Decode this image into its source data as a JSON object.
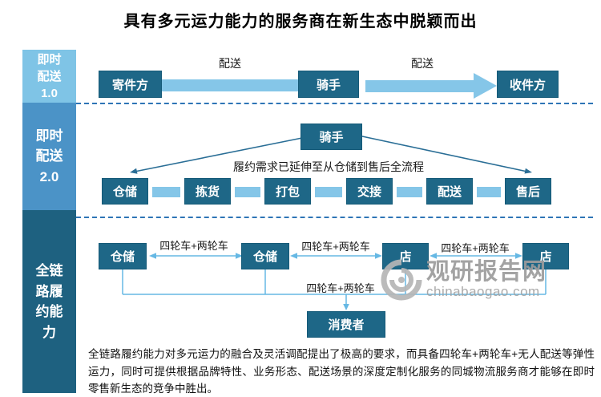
{
  "title": "具有多元运力能力的服务商在新生态中脱颖而出",
  "sidebar": {
    "segments": [
      {
        "label": "即时\n配送\n1.0"
      },
      {
        "label": "即时\n配送\n2.0"
      },
      {
        "label": "全链\n路履\n约能\n力"
      }
    ]
  },
  "row1": {
    "nodes": [
      "寄件方",
      "骑手",
      "收件方"
    ],
    "edge_labels": [
      "配送",
      "配送"
    ]
  },
  "row2": {
    "top_node": "骑手",
    "note": "履约需求已延伸至从仓储到售后全流程",
    "nodes": [
      "仓储",
      "拣货",
      "打包",
      "交接",
      "配送",
      "售后"
    ]
  },
  "row3": {
    "nodes": [
      "仓储",
      "仓储",
      "店",
      "店"
    ],
    "edge_labels": [
      "四轮车+两轮车",
      "四轮车+两轮车",
      "四轮车+两轮车",
      "四轮车+两轮车"
    ],
    "consumer": "消费者"
  },
  "footer": {
    "text": "全链路履约能力对多元运力的融合及灵活调配提出了极高的要求，而具备四轮车+两轮车+无人配送等弹性运力，同时可提供根据品牌特性、业务形态、配送场景的深度定制化服务的同城物流服务商才能够在即时零售新生态的竞争中胜出。"
  },
  "watermark": {
    "brand": "观研报告网",
    "domain": "chinabaogao.com"
  },
  "colors": {
    "node_fill": "#1e6787",
    "light_bar": "#85c6e8",
    "thin_line": "#66b8e4",
    "diagonal_arrow": "#2a6e96",
    "sidebar_10": "#7fc4e6",
    "sidebar_20": "#4b93c7",
    "sidebar_full": "#1e6180",
    "dashed_separator": "#2e75b6",
    "watermark_gray": "#9c9c9c"
  }
}
